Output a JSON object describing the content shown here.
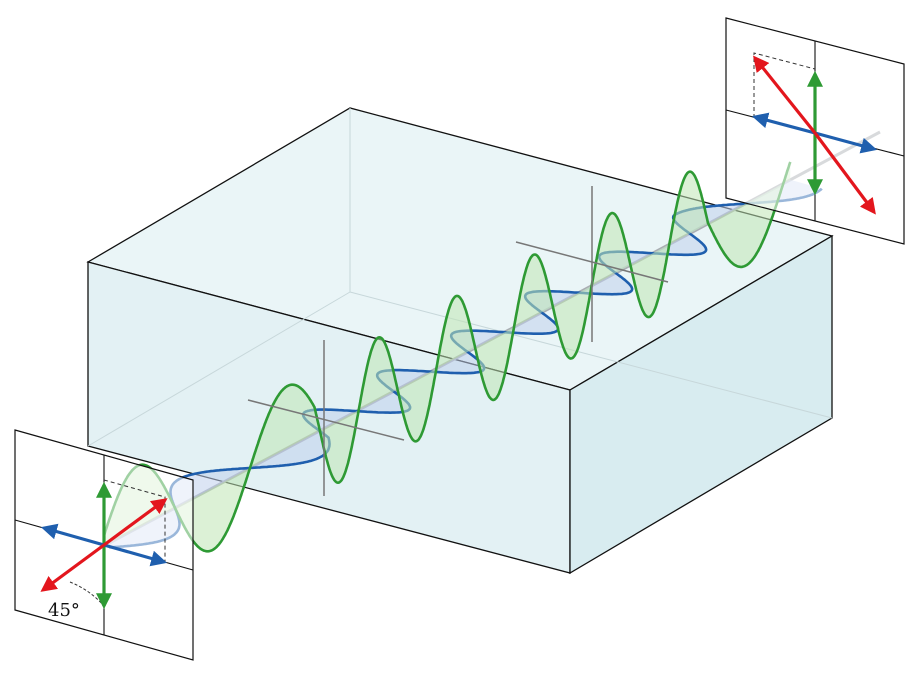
{
  "figure": {
    "angle_label": "45°",
    "colors": {
      "crystal_fill": "#e8f4f6",
      "crystal_face": "#dcedf1",
      "crystal_edge": "#111111",
      "crystal_hidden_edge": "#c9d9dc",
      "wave_vertical_stroke": "#2e9a34",
      "wave_vertical_fill": "#bfe6b4",
      "wave_horizontal_stroke": "#1f5fae",
      "wave_horizontal_fill": "#bfd0ec",
      "arrow_red": "#e3161d",
      "arrow_green": "#2e9a34",
      "arrow_blue": "#1f5fae",
      "axis_gray": "#9aa0a6"
    },
    "icons": {
      "input_panel": "polarization-input-panel",
      "output_panel": "polarization-output-panel",
      "crystal": "birefringent-crystal-block"
    }
  }
}
